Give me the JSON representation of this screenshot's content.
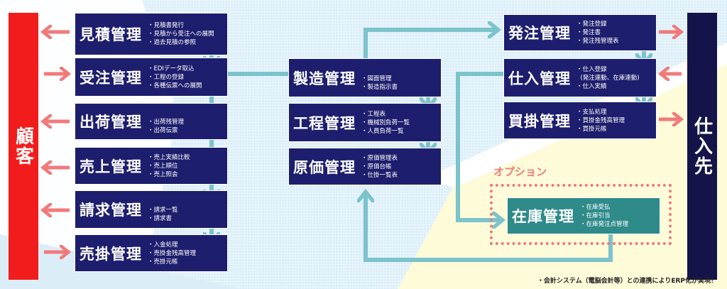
{
  "customer": "顧客",
  "supplier": "仕入先",
  "left": [
    {
      "title": "見積管理",
      "items": [
        "見積書発行",
        "見積から受注への展開",
        "過去見積の参照"
      ]
    },
    {
      "title": "受注管理",
      "items": [
        "EDIデータ取込",
        "工程の登録",
        "各種伝票への展開"
      ]
    },
    {
      "title": "出荷管理",
      "items": [
        "出荷残管理",
        "出荷伝票"
      ]
    },
    {
      "title": "売上管理",
      "items": [
        "売上実績比較",
        "売上順位",
        "売上照会"
      ]
    },
    {
      "title": "請求管理",
      "items": [
        "請求一覧",
        "請求書"
      ]
    },
    {
      "title": "売掛管理",
      "items": [
        "入金処理",
        "売掛金残高管理",
        "売掛元帳"
      ]
    }
  ],
  "middle": [
    {
      "title": "製造管理",
      "items": [
        "図面管理",
        "製造指示書"
      ]
    },
    {
      "title": "工程管理",
      "items": [
        "工程表",
        "機械別負荷一覧",
        "人員負荷一覧"
      ]
    },
    {
      "title": "原価管理",
      "items": [
        "原価管理表",
        "原価台帳",
        "仕掛一覧表"
      ]
    }
  ],
  "right": [
    {
      "title": "発注管理",
      "items": [
        "発注登録",
        "発注書",
        "発注残管理表"
      ]
    },
    {
      "title": "仕入管理",
      "items": [
        "仕入登録",
        "(発注連動、在庫連動)",
        "仕入実績"
      ]
    },
    {
      "title": "買掛管理",
      "items": [
        "支払処理",
        "買掛金残高管理",
        "買掛元帳"
      ]
    }
  ],
  "option": {
    "label": "オプション",
    "title": "在庫管理",
    "items": [
      "在庫受払",
      "在庫引当",
      "在庫発注点管理"
    ]
  },
  "footer": "・会計システム（電脳会計等）との連携によりERP化が実現！",
  "colors": {
    "navy": "#1e1e6e",
    "red": "#f21c1c",
    "salmon": "#f07a7a",
    "teal": "#7cc3cc",
    "inventory": "#2f8a8a",
    "supplier": "#14144a"
  }
}
